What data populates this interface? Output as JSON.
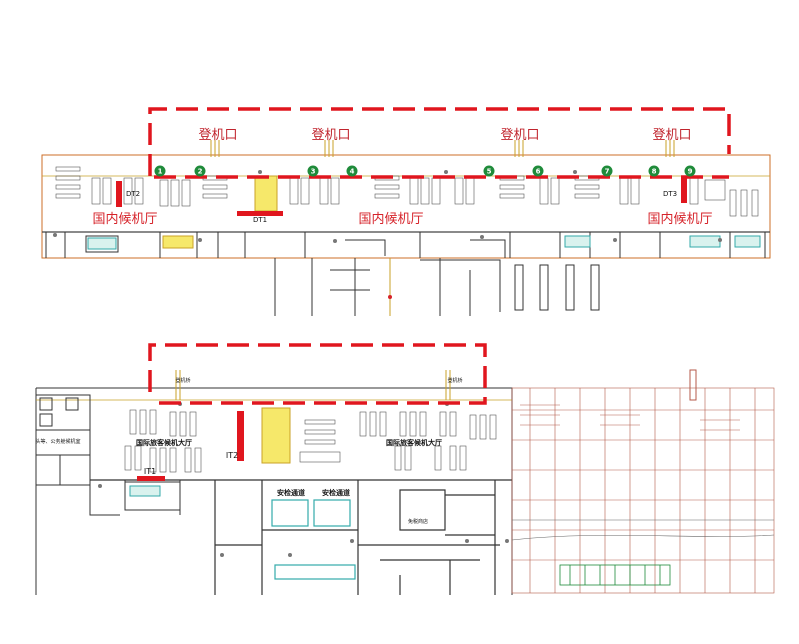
{
  "upper_plan": {
    "gate_labels": [
      "登机口",
      "登机口",
      "登机口",
      "登机口"
    ],
    "gate_numbers": [
      "1",
      "2",
      "3",
      "4",
      "5",
      "6",
      "7",
      "8",
      "9"
    ],
    "halls": [
      "国内候机厅",
      "国内候机厅",
      "国内候机厅"
    ],
    "elevators": [
      "DT2",
      "DT1",
      "DT3"
    ]
  },
  "lower_plan": {
    "gate_labels": [
      "登机桥",
      "登机桥"
    ],
    "halls": [
      "国际旅客候机大厅",
      "国际旅客候机大厅"
    ],
    "elevators": [
      "IT2",
      "IT1"
    ],
    "rooms": [
      "头等、公务舱候机室",
      "安检通道",
      "安检通道",
      "免税商店"
    ]
  },
  "colors": {
    "highlight_red": "#e0161e",
    "gate_green": "#1f8b3a",
    "wall": "#222222",
    "terminal_outline": "#c9a227",
    "hall_text": "#d6232a"
  }
}
